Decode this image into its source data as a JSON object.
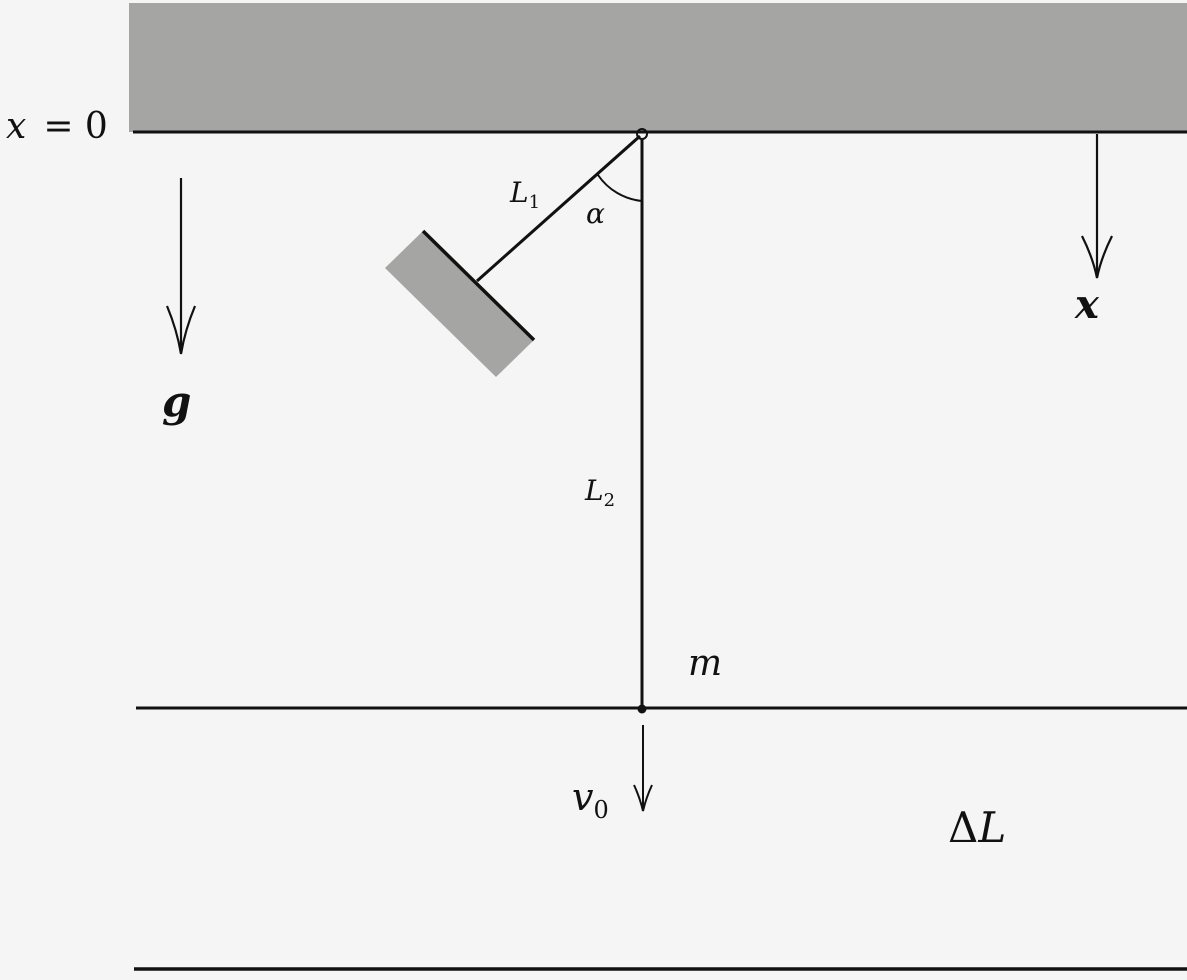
{
  "labels": {
    "origin_var": "x",
    "origin_eq": "= 0",
    "gravity": "g",
    "axis_x": "x",
    "length1_base": "L",
    "length1_sub": "1",
    "length2_base": "L",
    "length2_sub": "2",
    "angle": "α",
    "mass": "m",
    "velocity_base": "v",
    "velocity_sub": "0",
    "delta": "Δ",
    "delta_L": "L"
  },
  "colors": {
    "background": "#f5f5f5",
    "ceiling": "#a5a5a4",
    "mirror": "#a5a5a4",
    "ink": "#111111"
  }
}
